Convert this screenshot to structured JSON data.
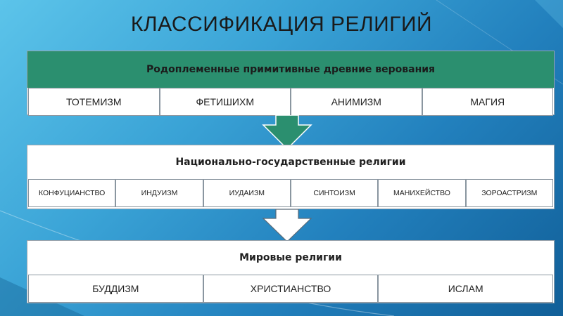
{
  "title": "КЛАССИФИКАЦИЯ РЕЛИГИЙ",
  "levels": [
    {
      "heading": "Родоплеменные примитивные древние верования",
      "items": [
        "ТОТЕМИЗМ",
        "ФЕТИШИХМ",
        "АНИМИЗМ",
        "МАГИЯ"
      ]
    },
    {
      "heading": "Национально-государственные религии",
      "items": [
        "КОНФУЦИАНСТВО",
        "ИНДУИЗМ",
        "ИУДАИЗМ",
        "СИНТОИЗМ",
        "МАНИХЕЙСТВО",
        "ЗОРОАСТРИЗМ"
      ]
    },
    {
      "heading": "Мировые религии",
      "items": [
        "БУДДИЗМ",
        "ХРИСТИАНСТВО",
        "ИСЛАМ"
      ]
    }
  ],
  "colors": {
    "background": "#2a8cc8",
    "level1_header": "#2b8f6f",
    "arrow1": "#2b8f6f",
    "arrow2": "#ffffff"
  }
}
